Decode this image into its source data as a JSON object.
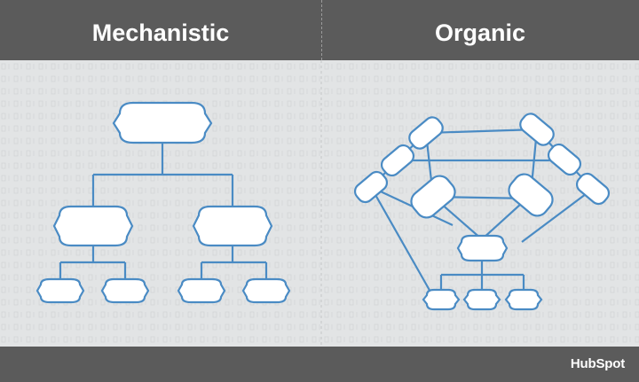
{
  "headers": {
    "left": "Mechanistic",
    "right": "Organic"
  },
  "footer": {
    "brand": "HubSpot"
  },
  "colors": {
    "header_bg": "#5b5b5b",
    "panel_bg": "#e2e4e5",
    "node_stroke": "#4a8bc4"
  }
}
